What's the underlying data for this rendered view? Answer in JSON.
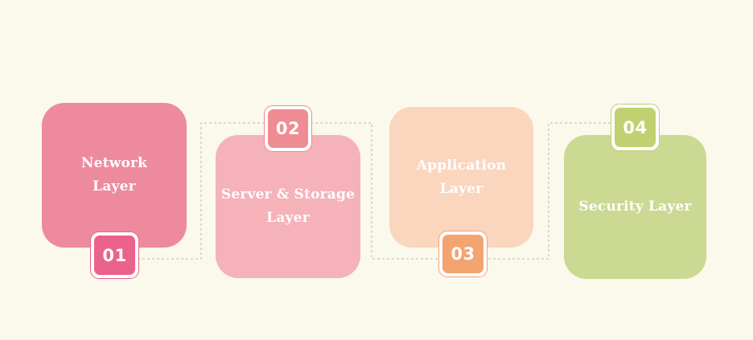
{
  "canvas": {
    "background_color": "#faf9ec",
    "dash_color": "#c7c6be",
    "text_color": "#ffffff"
  },
  "steps": [
    {
      "number": "01",
      "title": "Network\nLayer",
      "card_color": "#ee8a9e",
      "badge_color": "#eb628c",
      "badge_position": "bottom"
    },
    {
      "number": "02",
      "title": "Server & Storage\nLayer",
      "card_color": "#f5b2b9",
      "badge_color": "#ef8b93",
      "badge_position": "top"
    },
    {
      "number": "03",
      "title": "Application\nLayer",
      "card_color": "#f9d6bd",
      "badge_color": "#f3a471",
      "badge_position": "bottom"
    },
    {
      "number": "04",
      "title": "Security Layer",
      "card_color": "#cbd992",
      "badge_color": "#c0d172",
      "badge_position": "top"
    }
  ]
}
